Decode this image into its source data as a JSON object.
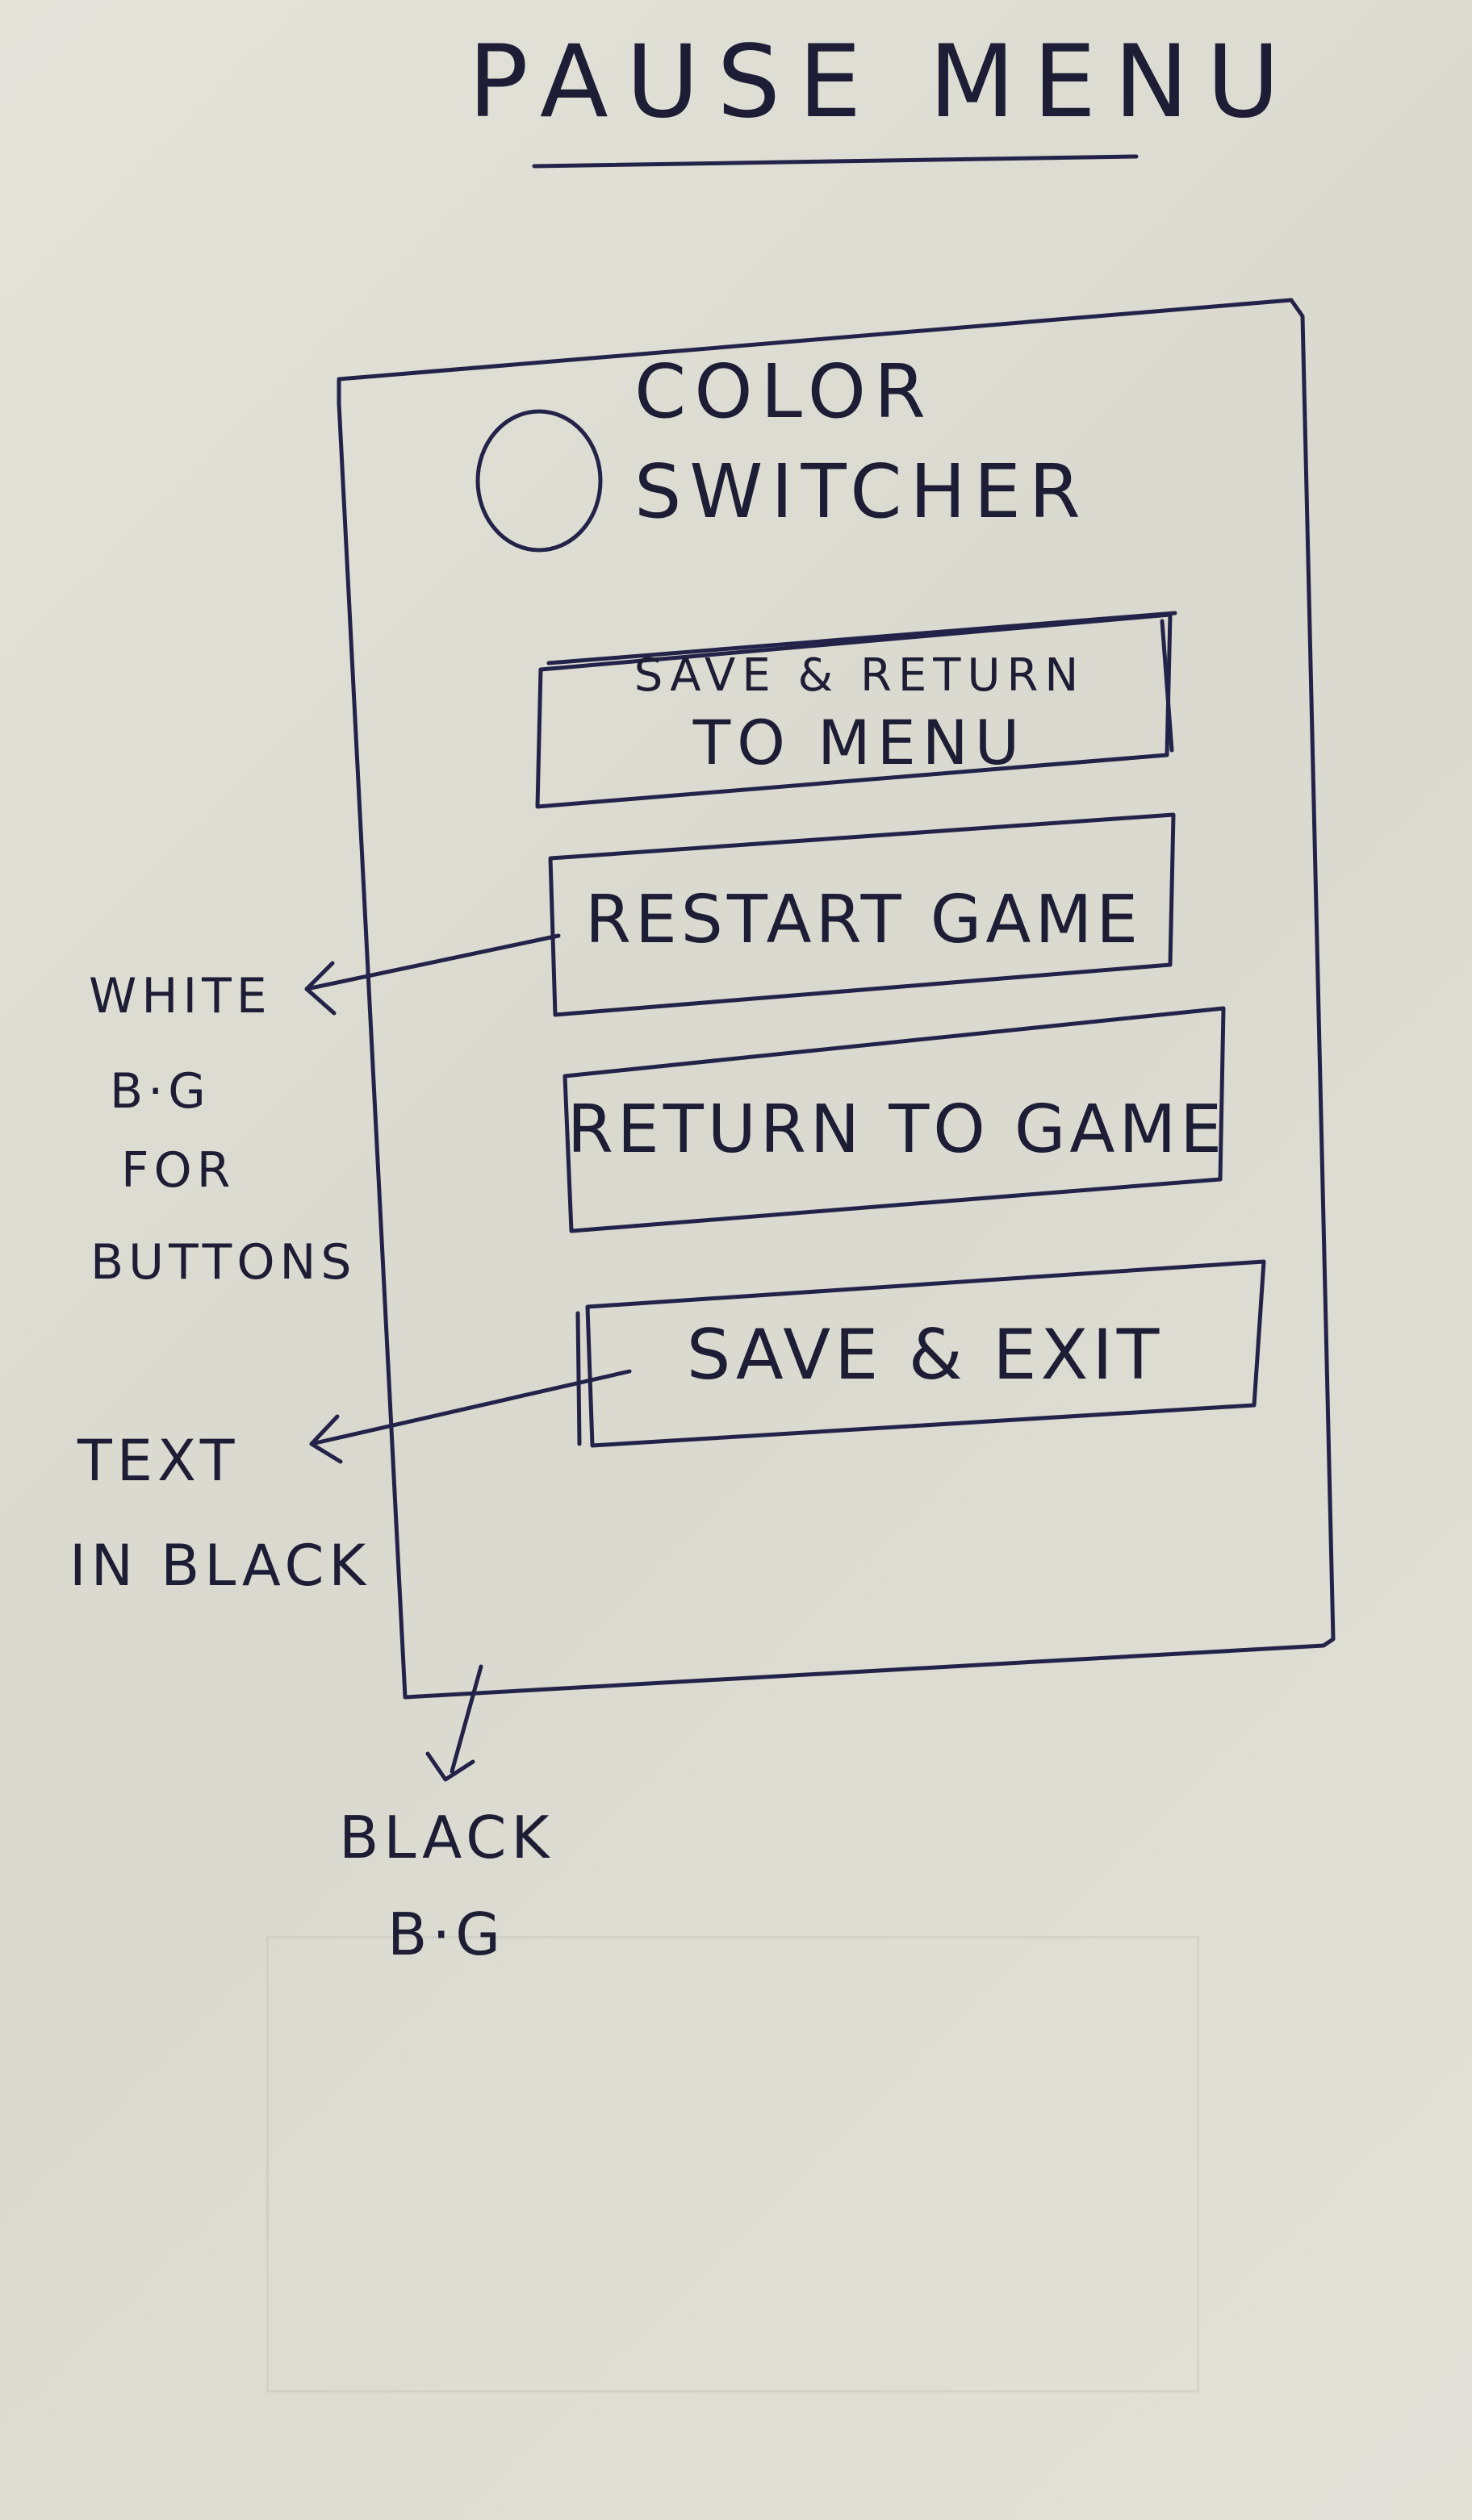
{
  "heading": {
    "title": "PAUSE MENU"
  },
  "logo": {
    "line1": "COLOR",
    "line2": "SWITCHER"
  },
  "buttons": {
    "save_return_line1": "SAVE & RETURN",
    "save_return_line2": "TO MENU",
    "restart": "RESTART GAME",
    "return_game": "RETURN TO GAME",
    "save_exit": "SAVE & EXIT"
  },
  "notes": {
    "buttons_bg_line1": "WHITE",
    "buttons_bg_line2": "B·G",
    "buttons_bg_line3": "FOR",
    "buttons_bg_line4": "BUTTONS",
    "text_color_line1": "TEXT",
    "text_color_line2": "IN BLACK",
    "screen_bg_line1": "BLACK",
    "screen_bg_line2": "B·G"
  },
  "colors": {
    "ink": "#1d1d36",
    "paper": "#dcdcd2"
  }
}
